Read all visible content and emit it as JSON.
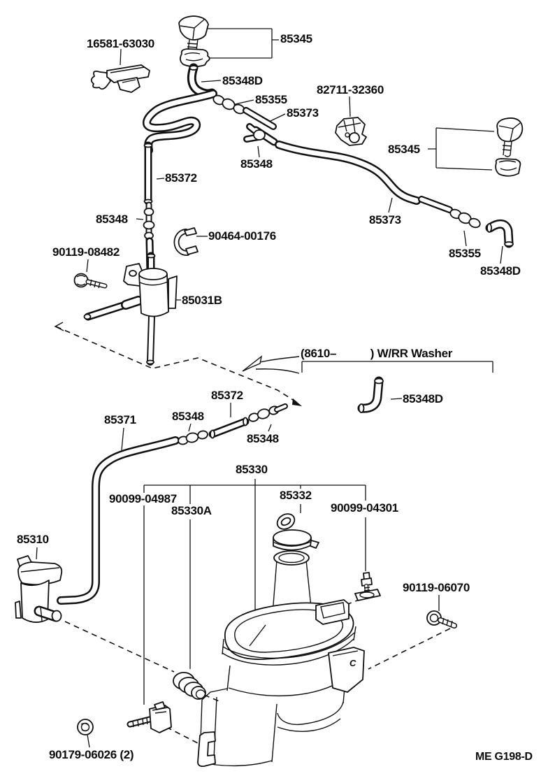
{
  "diagram": {
    "sheet_code": "ME G198-D",
    "variant_note": "(8610–           ) W/RR Washer",
    "bracket_letter": "C",
    "labels": {
      "clip": "16581-63030",
      "nozzle_top": "85345",
      "elbow_top": "85348D",
      "joint_top": "85355",
      "hose_top": "85373",
      "sensor": "82711-32360",
      "tjoint_top": "85348",
      "nozzle_right": "85345",
      "tube_left": "85372",
      "tjoint_left": "85348",
      "clamp": "90464-00176",
      "screw_valve": "90119-08482",
      "valve": "85031B",
      "hose_right": "85373",
      "joint_right": "85355",
      "elbow_right": "85348D",
      "elbow_mid": "85348D",
      "tube_mid": "85372",
      "joint_mid_left": "85348",
      "joint_mid_right": "85348",
      "hose_pump": "85371",
      "tank": "85330",
      "grommet": "90099-04987",
      "tank_sub": "85330A",
      "cap": "85332",
      "screw_tank": "90099-04301",
      "pump": "85310",
      "bolt_bracket": "90119-06070",
      "nut": "90179-06026 (2)"
    }
  }
}
